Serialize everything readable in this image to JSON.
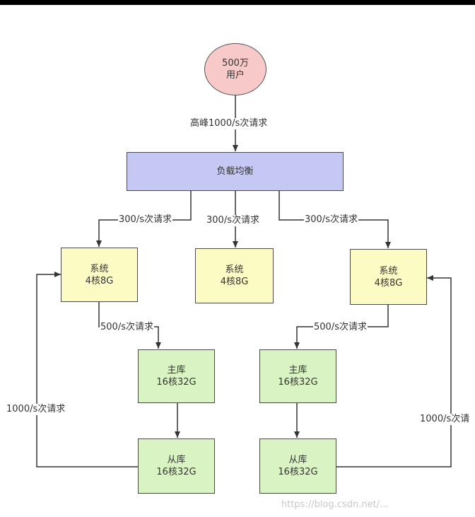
{
  "users": {
    "line1": "500万",
    "line2": "用户"
  },
  "peak_label": "高峰1000/s次请求",
  "load_balancer": "负载均衡",
  "branch_labels": {
    "left": "300/s次请求",
    "middle": "300/s次请求",
    "right": "300/s次请求"
  },
  "systems": [
    {
      "line1": "系统",
      "line2": "4核8G"
    },
    {
      "line1": "系统",
      "line2": "4核8G"
    },
    {
      "line1": "系统",
      "line2": "4核8G"
    }
  ],
  "db_labels": {
    "left": "500/s次请求",
    "right": "500/s次请求"
  },
  "master_left": {
    "line1": "主库",
    "line2": "16核32G"
  },
  "master_right": {
    "line1": "主库",
    "line2": "16核32G"
  },
  "slave_left": {
    "line1": "从库",
    "line2": "16核32G"
  },
  "slave_right": {
    "line1": "从库",
    "line2": "16核32G"
  },
  "return_labels": {
    "left": "1000/s次请求",
    "right": "1000/s次请"
  },
  "watermark": "https://blog.csdn.net/..."
}
